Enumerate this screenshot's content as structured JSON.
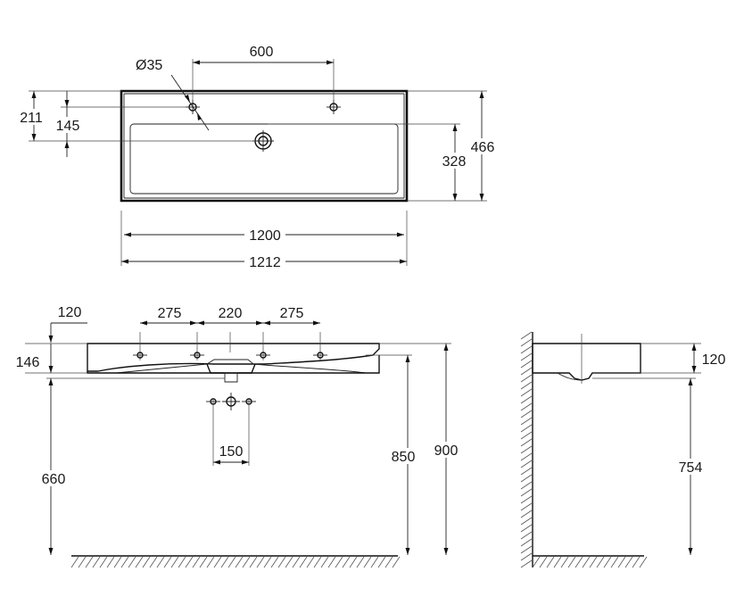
{
  "dimensions": {
    "top": {
      "hole_diameter": "Ø35",
      "tap_spacing": "600",
      "tap_from_back": "211",
      "waste_from_back": "145",
      "basin_depth_inner": "328",
      "overall_depth": "466",
      "inner_width": "1200",
      "overall_width": "1212"
    },
    "front": {
      "rim_offset": "120",
      "thickness": "146",
      "spacing_left": "275",
      "spacing_center": "220",
      "spacing_right": "275",
      "bottom_to_floor": "660",
      "waste_spacing": "150",
      "rim_to_floor": "850",
      "top_to_floor": "900"
    },
    "side": {
      "height": "120",
      "underside_to_floor": "754"
    }
  }
}
